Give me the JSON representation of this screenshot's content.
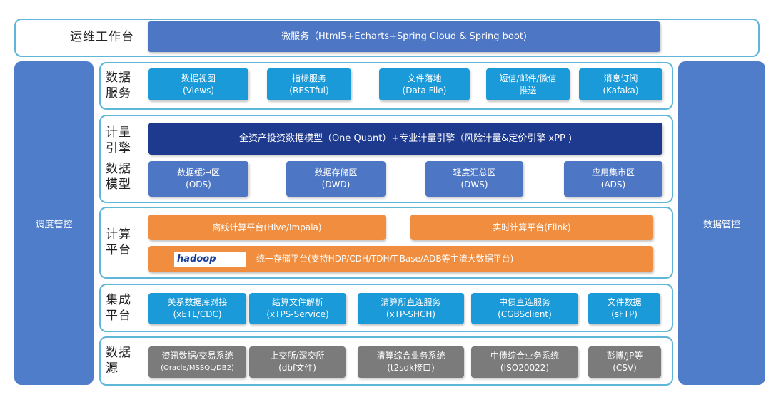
{
  "ops": {
    "label": "运维工作台",
    "bar": "微服务（Html5+Echarts+Spring Cloud & Spring boot)"
  },
  "left_side": "调度管控",
  "right_side": "数据管控",
  "service": {
    "label1": "数据",
    "label2": "服务",
    "items": [
      [
        "数据视图",
        "(Views)"
      ],
      [
        "指标服务",
        "(RESTful)"
      ],
      [
        "文件落地",
        "(Data File)"
      ],
      [
        "短信/邮件/微信",
        "推送"
      ],
      [
        "消息订阅",
        "(Kafaka)"
      ]
    ]
  },
  "engine": {
    "label1": "计量",
    "label2": "引擎",
    "bar": "全资产投资数据模型（One Quant）+专业计量引擎（风险计量&定价引擎 xPP )"
  },
  "model": {
    "label1": "数据",
    "label2": "模型",
    "items": [
      [
        "数据缓冲区",
        "(ODS)"
      ],
      [
        "数据存储区",
        "(DWD)"
      ],
      [
        "轻度汇总区",
        "(DWS)"
      ],
      [
        "应用集市区",
        "(ADS)"
      ]
    ]
  },
  "compute": {
    "label1": "计算",
    "label2": "平台",
    "offline": "离线计算平台(Hive/Impala)",
    "realtime": "实时计算平台(Flink)",
    "logo": "hadoop",
    "storage": "统一存储平台(支持HDP/CDH/TDH/T-Base/ADB等主流大数据平台)"
  },
  "integration": {
    "label1": "集成",
    "label2": "平台",
    "items": [
      [
        "关系数据库对接",
        "(xETL/CDC)"
      ],
      [
        "结算文件解析",
        "(xTPS-Service)"
      ],
      [
        "清算所直连服务",
        "(xTP-SHCH)"
      ],
      [
        "中债直连服务",
        "(CGBSclient)"
      ],
      [
        "文件数据",
        "(sFTP)"
      ]
    ]
  },
  "source": {
    "label1": "数据",
    "label2": "源",
    "items": [
      [
        "资讯数据/交易系统",
        "(Oracle/MSSQL/DB2)"
      ],
      [
        "上交所/深交所",
        "(dbf文件)"
      ],
      [
        "清算综合业务系统",
        "(t2sdk接口)"
      ],
      [
        "中债综合业务系统",
        "(ISO20022)"
      ],
      [
        "彭博/JP等",
        "(CSV)"
      ]
    ]
  }
}
